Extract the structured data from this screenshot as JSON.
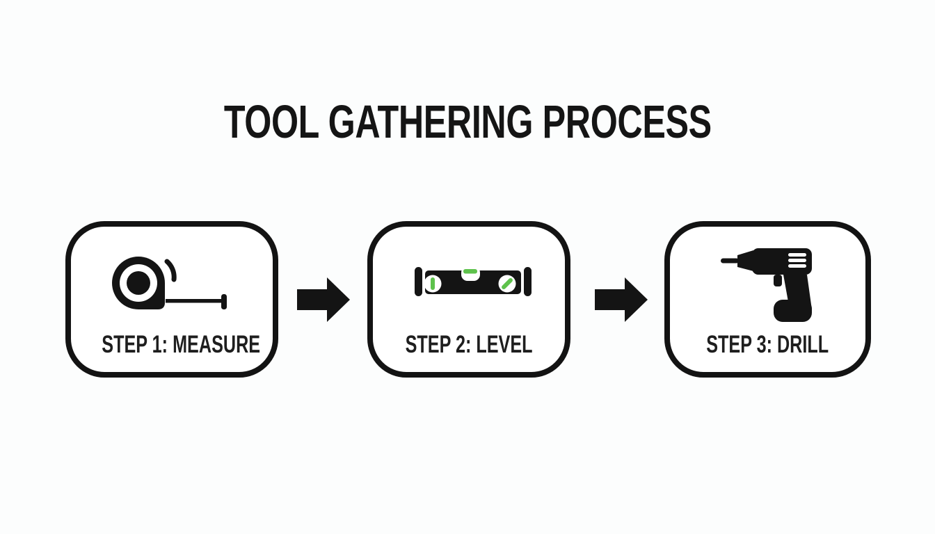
{
  "title": "TOOL GATHERING PROCESS",
  "steps": [
    {
      "id": "measure",
      "label": "STEP 1: MEASURE",
      "icon": "tape-measure-icon"
    },
    {
      "id": "level",
      "label": "STEP 2: LEVEL",
      "icon": "spirit-level-icon"
    },
    {
      "id": "drill",
      "label": "STEP 3: DRILL",
      "icon": "drill-icon"
    }
  ],
  "arrow": {
    "icon": "arrow-right-icon",
    "direction": "right"
  },
  "colors": {
    "background": "#fcfdfd",
    "card_background": "#ffffff",
    "ink": "#141414",
    "title_text": "#151515",
    "label_text": "#1e1e1e",
    "level_green": "#5ec24c"
  }
}
